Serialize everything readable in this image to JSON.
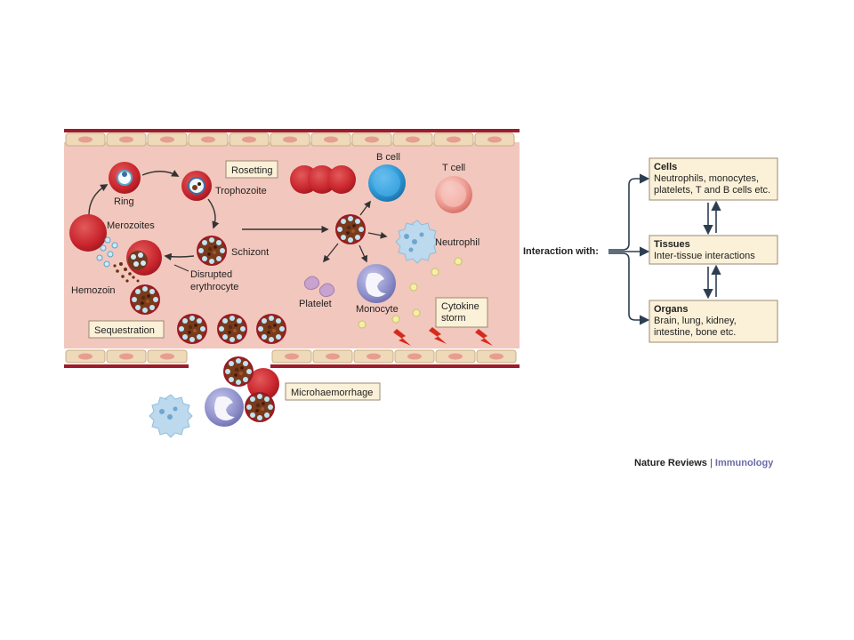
{
  "left_panel": {
    "labels": {
      "ring": "Ring",
      "trophozoite": "Trophozoite",
      "merozoites": "Merozoites",
      "schizont": "Schizont",
      "hemozoin": "Hemozoin",
      "disrupted_1": "Disrupted",
      "disrupted_2": "erythrocyte",
      "b_cell": "B cell",
      "t_cell": "T cell",
      "neutrophil": "Neutrophil",
      "platelet": "Platelet",
      "monocyte": "Monocyte"
    },
    "boxes": {
      "rosetting": "Rosetting",
      "sequestration": "Sequestration",
      "cytokine_1": "Cytokine",
      "cytokine_2": "storm",
      "microhaemorrhage": "Microhaemorrhage"
    }
  },
  "right_panel": {
    "interaction_label": "Interaction with:",
    "cells": {
      "title": "Cells",
      "lines": [
        "Neutrophils, monocytes,",
        "platelets, T and B cells etc."
      ]
    },
    "tissues": {
      "title": "Tissues",
      "lines": [
        "Inter-tissue interactions"
      ]
    },
    "organs": {
      "title": "Organs",
      "lines": [
        "Brain, lung, kidney,",
        "intestine, bone etc."
      ]
    }
  },
  "credit": {
    "journal": "Nature Reviews",
    "separator": "|",
    "section": "Immunology"
  },
  "colors": {
    "vessel_lumen": "#f2c7bd",
    "vessel_wall": "#9e1b2a",
    "endothelium": "#eed9b8",
    "rbc": "#c8242c",
    "label_box": "#fbf1d8",
    "b_cell": "#2e9ad8",
    "monocyte": "#8c8dc8",
    "neutrophil": "#bcd9ee",
    "platelet": "#c9a3cf",
    "cytokine": "#f3f0a6",
    "lightning": "#d42b1e",
    "arrow": "#2c3e50"
  }
}
